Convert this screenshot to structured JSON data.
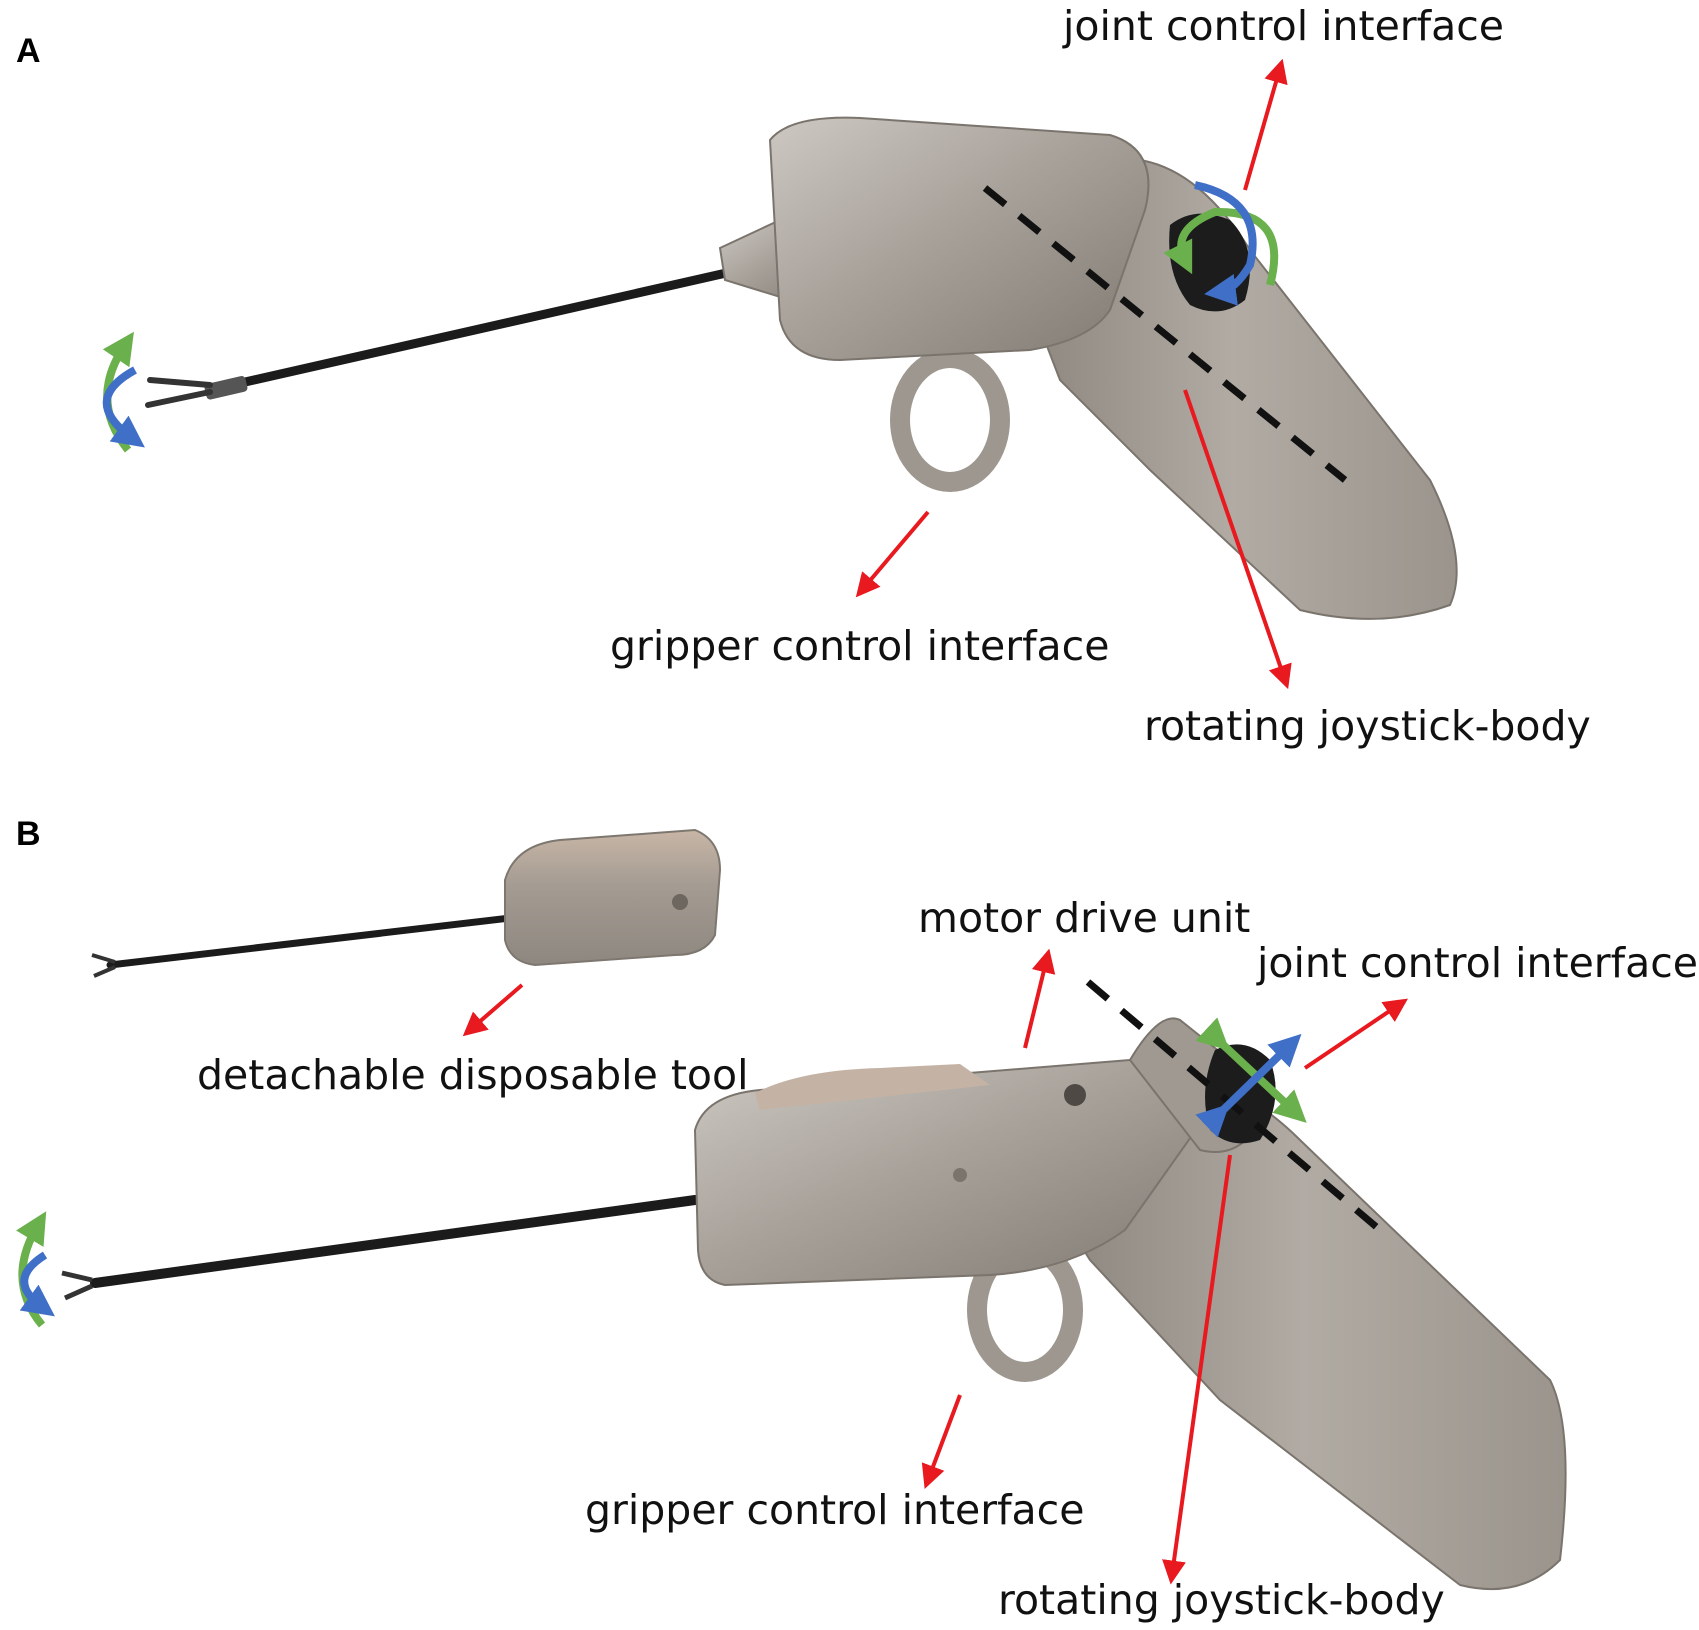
{
  "panel_a": {
    "letter": "A",
    "labels": {
      "joint_control": "joint control interface",
      "gripper_control": "gripper control interface",
      "rotating_body": "rotating joystick-body"
    }
  },
  "panel_b": {
    "letter": "B",
    "labels": {
      "motor_drive": "motor drive unit",
      "joint_control": "joint control interface",
      "detachable_tool": "detachable disposable tool",
      "gripper_control": "gripper control interface",
      "rotating_body": "rotating joystick-body"
    }
  },
  "colors": {
    "body": "#a59f97",
    "body_dark": "#857f78",
    "body_light": "#c3beb7",
    "shaft": "#1b1b1b",
    "annotation_arrow": "#e8191f",
    "axis_dash": "#111111",
    "dof_green": "#6ab04c",
    "dof_blue": "#3f6fc6"
  }
}
